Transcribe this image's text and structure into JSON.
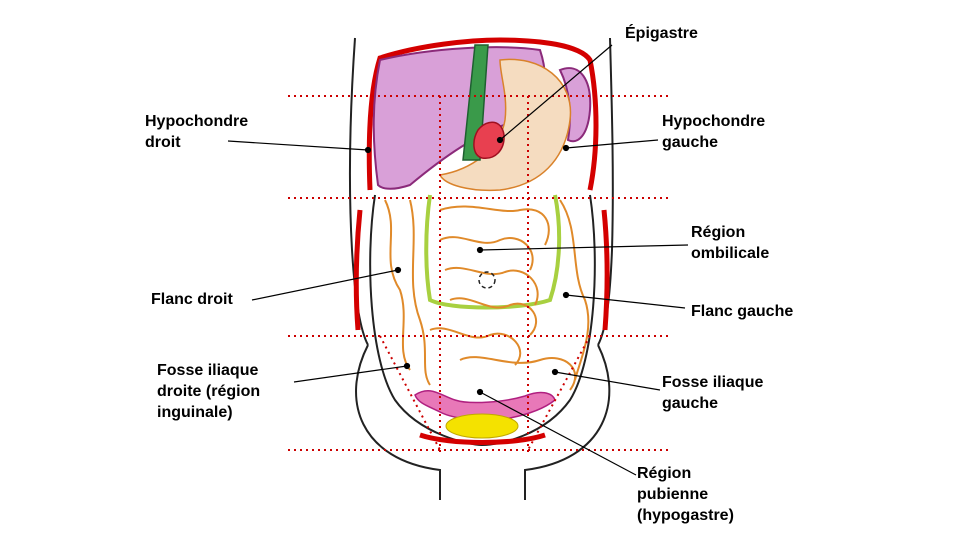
{
  "labels": {
    "epigastre": "Épigastre",
    "hypochondre_droit": "Hypochondre\ndroit",
    "hypochondre_gauche": "Hypochondre\ngauche",
    "region_ombilicale": "Région\nombilicale",
    "flanc_droit": "Flanc droit",
    "flanc_gauche": "Flanc gauche",
    "fosse_iliaque_droite": "Fosse iliaque\ndroite (région\ninguinale)",
    "fosse_iliaque_gauche": "Fosse iliaque\ngauche",
    "region_pubienne": "Région\npubienne\n(hypogastre)"
  },
  "colors": {
    "grid_lines": "#cc0000",
    "liver": "#d9a0d8",
    "intestines": "#e08a2a",
    "colon_green": "#a8d040",
    "bladder": "#f4e200",
    "muscle_red": "#d40000"
  }
}
